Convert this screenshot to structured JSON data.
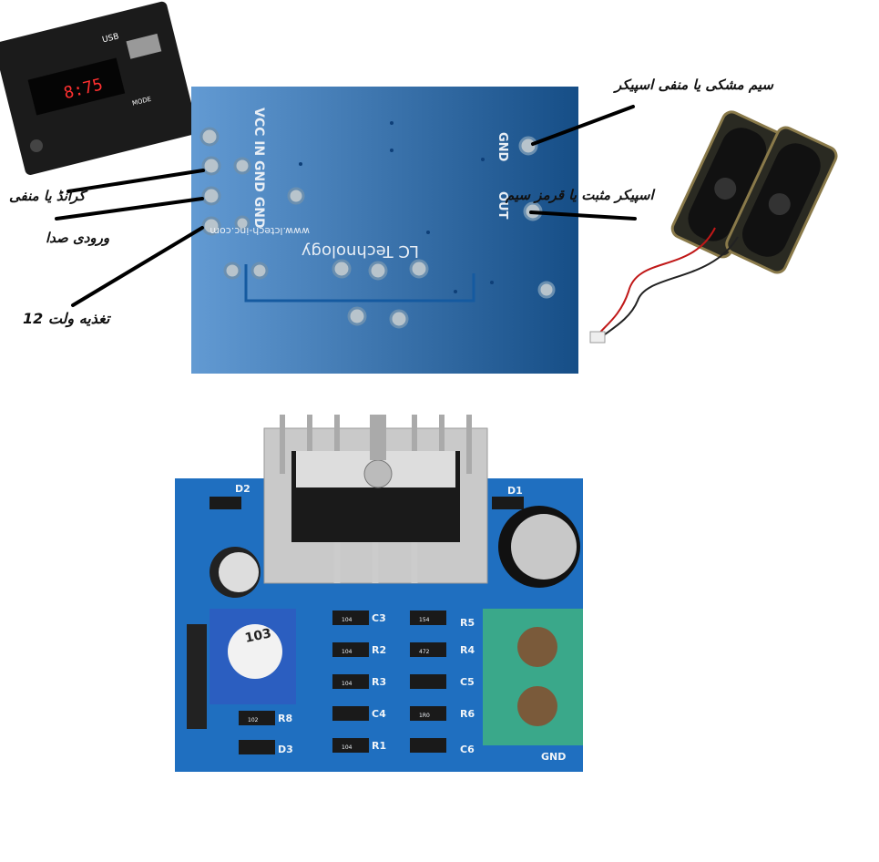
{
  "annotations": {
    "ground_negative": "گرانڈ یا منفی",
    "audio_input": "ورودی صدا",
    "power_12v": "تغذیه ولت 12",
    "speaker_negative": "سیم مشکی یا منفی اسپیکر",
    "speaker_positive": "اسپیکر مثبت یا قرمز سیم"
  },
  "top_board": {
    "brand": "LC Technology",
    "url": "www.lctech-inc.com",
    "pins_left": "VCC IN GND GND",
    "pin_gnd": "GND",
    "pin_out": "OUT"
  },
  "mp3_module": {
    "display": "8:75",
    "usb": "USB",
    "mode": "MODE"
  },
  "bottom_board": {
    "labels": {
      "d1": "D1",
      "d2": "D2",
      "d3": "D3",
      "c3": "C3",
      "c4": "C4",
      "c5": "C5",
      "c6": "C6",
      "r1": "R1",
      "r2": "R2",
      "r3": "R3",
      "r4": "R4",
      "r5": "R5",
      "r6": "R6",
      "r8": "R8",
      "gnd": "GND",
      "pot": "103"
    },
    "resistor_codes": [
      "154",
      "104",
      "472",
      "104",
      "1R0",
      "104",
      "102"
    ]
  },
  "colors": {
    "pcb_blue": "#1f6fc0",
    "terminal_green": "#3aa88a",
    "line": "#000000"
  }
}
